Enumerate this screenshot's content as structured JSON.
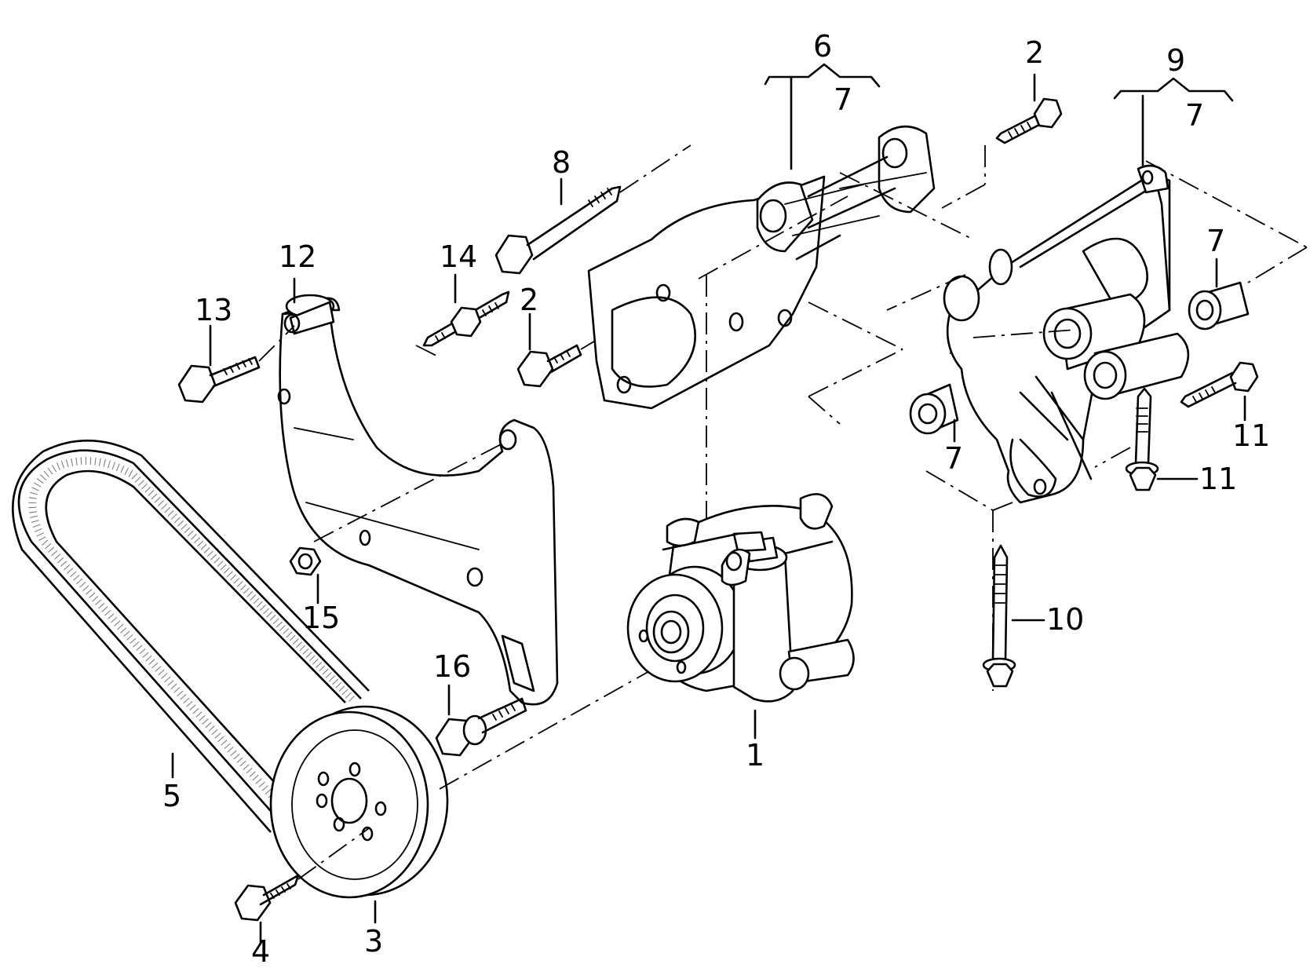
{
  "callouts": {
    "c1": "1",
    "c2a": "2",
    "c2b": "2",
    "c3": "3",
    "c4": "4",
    "c5": "5",
    "c6": "6",
    "c7a": "7",
    "c7b": "7",
    "c7c": "7",
    "c7d": "7",
    "c8": "8",
    "c9": "9",
    "c10": "10",
    "c11a": "11",
    "c11b": "11",
    "c12": "12",
    "c13": "13",
    "c14": "14",
    "c15": "15",
    "c16": "16"
  },
  "parts": {
    "p1": "power-steering-pump",
    "p2": "bolt",
    "p3": "pulley",
    "p4": "bolt",
    "p5": "ribbed-v-belt",
    "p6": "bracket",
    "p7": "bushing",
    "p8": "bolt",
    "p9": "tensioner-bracket",
    "p10": "bolt",
    "p11": "bolt",
    "p12": "support-bracket",
    "p13": "bolt",
    "p14": "stud",
    "p15": "nut",
    "p16": "bolt"
  }
}
